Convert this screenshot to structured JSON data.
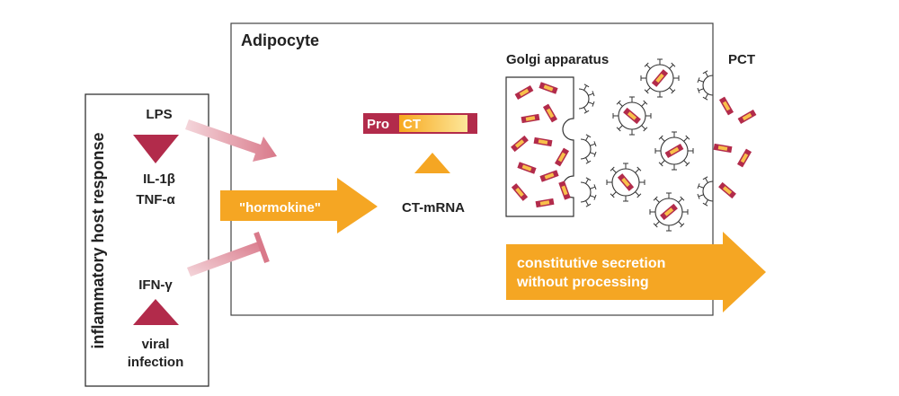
{
  "colors": {
    "maroon": "#b22b4b",
    "orange": "#f5a623",
    "light_yellow": "#fde28a",
    "pink": "#e79aa6",
    "outline": "#333333"
  },
  "host_panel": {
    "title": "inflammatory host response",
    "lps": "LPS",
    "il1b": "IL-1β",
    "tnfa": "TNF-α",
    "ifng": "IFN-γ",
    "viral_line1": "viral",
    "viral_line2": "infection"
  },
  "cell": {
    "title": "Adipocyte",
    "hormokine": "\"hormokine\"",
    "ct_mrna": "CT-mRNA",
    "pro": "Pro",
    "ct": "CT",
    "golgi": "Golgi apparatus",
    "pct": "PCT",
    "secretion_line1": "constitutive secretion",
    "secretion_line2": "without processing"
  }
}
